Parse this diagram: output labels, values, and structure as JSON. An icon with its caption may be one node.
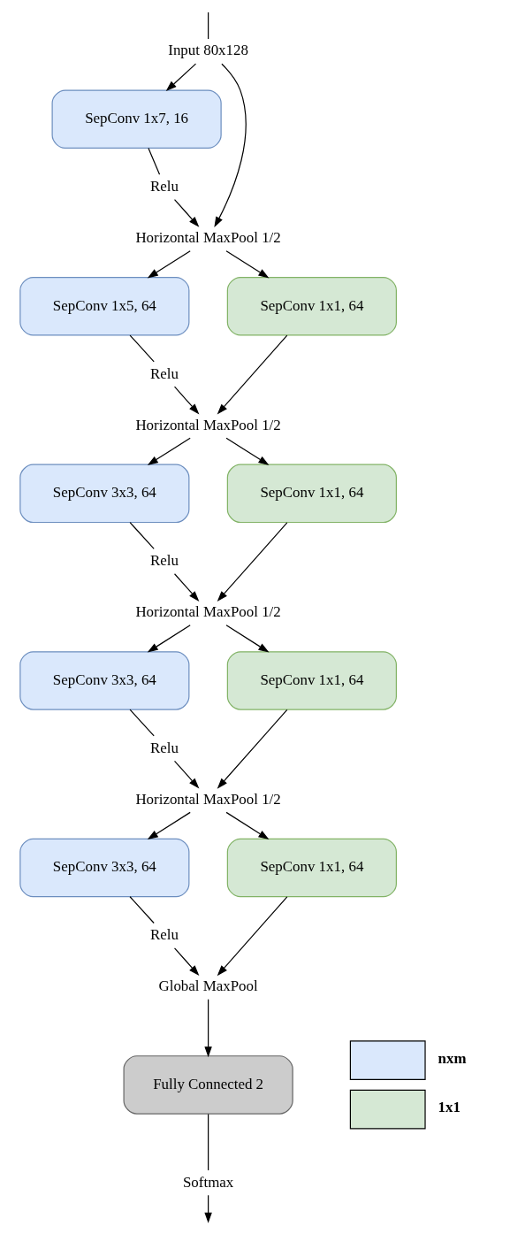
{
  "diagram": {
    "nodes": [
      {
        "text": [
          "Input 80x128"
        ]
      },
      {
        "text": [
          "SepConv 1x7, 16"
        ]
      },
      {
        "text": [
          "Relu"
        ]
      },
      {
        "text": [
          "Horizontal MaxPool 1/2"
        ]
      },
      {
        "text": [
          "SepConv 1x5, 64"
        ]
      },
      {
        "text": [
          "SepConv 1x1, 64"
        ]
      },
      {
        "text": [
          "Relu"
        ]
      },
      {
        "text": [
          "Horizontal MaxPool 1/2"
        ]
      },
      {
        "text": [
          "SepConv 3x3, 64"
        ]
      },
      {
        "text": [
          "SepConv 1x1, 64"
        ]
      },
      {
        "text": [
          "Relu"
        ]
      },
      {
        "text": [
          "Horizontal MaxPool 1/2"
        ]
      },
      {
        "text": [
          "SepConv 3x3, 64"
        ]
      },
      {
        "text": [
          "SepConv 1x1, 64"
        ]
      },
      {
        "text": [
          "Relu"
        ]
      },
      {
        "text": [
          "Horizontal MaxPool 1/2"
        ]
      },
      {
        "text": [
          "SepConv 3x3, 64"
        ]
      },
      {
        "text": [
          "SepConv 1x1, 64"
        ]
      },
      {
        "text": [
          "Relu"
        ]
      },
      {
        "text": [
          "Global MaxPool"
        ]
      },
      {
        "text": [
          "Fully Connected 2"
        ]
      },
      {
        "text": [
          "Softmax"
        ]
      }
    ],
    "edges": [
      {
        "from": null,
        "to": 0,
        "arrow": "none"
      },
      {
        "from": 0,
        "to": 1,
        "arrow": "to"
      },
      {
        "from": 0,
        "to": 3,
        "arrow": "to"
      },
      {
        "from": 1,
        "to": 2,
        "arrow": "none"
      },
      {
        "from": 2,
        "to": 3,
        "arrow": "to"
      },
      {
        "from": 3,
        "to": 4,
        "arrow": "to"
      },
      {
        "from": 3,
        "to": 5,
        "arrow": "to"
      },
      {
        "from": 4,
        "to": 6,
        "arrow": "none"
      },
      {
        "from": 6,
        "to": 7,
        "arrow": "to"
      },
      {
        "from": 5,
        "to": 7,
        "arrow": "to"
      },
      {
        "from": 7,
        "to": 8,
        "arrow": "to"
      },
      {
        "from": 7,
        "to": 9,
        "arrow": "to"
      },
      {
        "from": 8,
        "to": 10,
        "arrow": "none"
      },
      {
        "from": 10,
        "to": 11,
        "arrow": "to"
      },
      {
        "from": 9,
        "to": 11,
        "arrow": "to"
      },
      {
        "from": 11,
        "to": 12,
        "arrow": "to"
      },
      {
        "from": 11,
        "to": 13,
        "arrow": "to"
      },
      {
        "from": 12,
        "to": 14,
        "arrow": "none"
      },
      {
        "from": 14,
        "to": 15,
        "arrow": "to"
      },
      {
        "from": 13,
        "to": 15,
        "arrow": "to"
      },
      {
        "from": 15,
        "to": 16,
        "arrow": "to"
      },
      {
        "from": 15,
        "to": 17,
        "arrow": "to"
      },
      {
        "from": 16,
        "to": 18,
        "arrow": "none"
      },
      {
        "from": 18,
        "to": 19,
        "arrow": "to"
      },
      {
        "from": 17,
        "to": 19,
        "arrow": "to"
      },
      {
        "from": 19,
        "to": 20,
        "arrow": "to"
      },
      {
        "from": 20,
        "to": 21,
        "arrow": "none"
      },
      {
        "from": 21,
        "to": null,
        "arrow": "to"
      }
    ],
    "legend": [
      {
        "text": "nxm",
        "color": "#dae8fc"
      },
      {
        "text": "1x1",
        "color": "#d5e8d4"
      }
    ]
  }
}
